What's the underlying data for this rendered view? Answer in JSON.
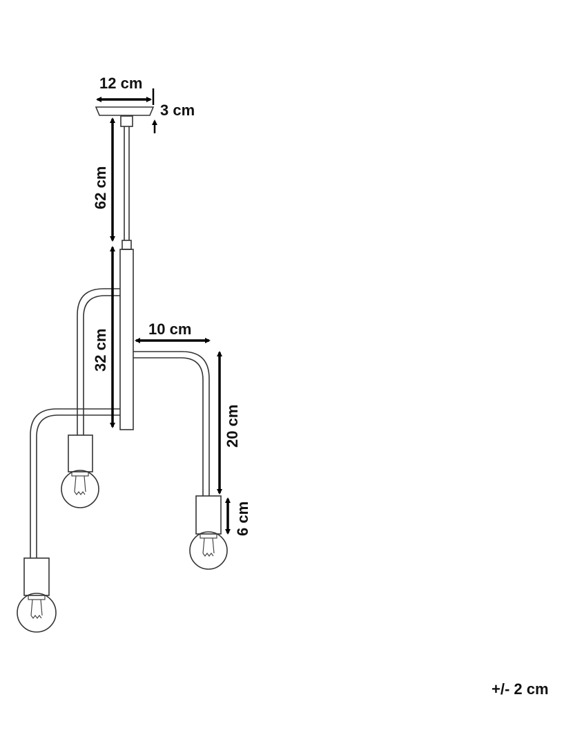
{
  "dimensions": {
    "canopy_width": "12 cm",
    "canopy_height": "3 cm",
    "rod_length": "62 cm",
    "bar_length": "32 cm",
    "arm_offset": "10 cm",
    "arm_drop": "20 cm",
    "socket_height": "6 cm"
  },
  "tolerance": "+/- 2 cm",
  "colors": {
    "line": "#333333",
    "arrow": "#000000",
    "background": "#ffffff"
  }
}
